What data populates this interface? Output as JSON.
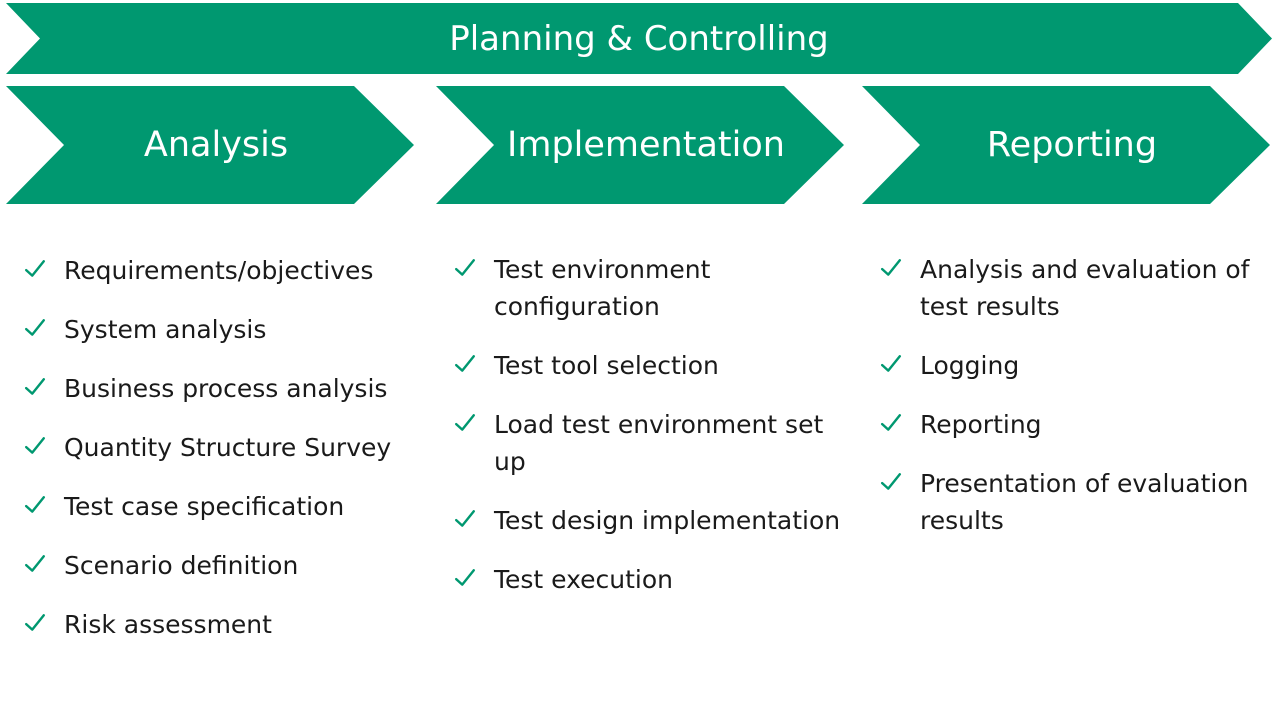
{
  "colors": {
    "chevron_fill": "#009870",
    "text": "#1a1a1a",
    "check": "#009870"
  },
  "header": {
    "title": "Planning & Controlling"
  },
  "phases": [
    {
      "title": "Analysis",
      "items": [
        "Requirements/objectives",
        "System analysis",
        "Business process analysis",
        "Quantity Structure Survey",
        "Test case specification",
        "Scenario definition",
        "Risk assessment"
      ]
    },
    {
      "title": "Implementation",
      "items": [
        "Test environment configuration",
        "Test tool selection",
        "Load test environment set up",
        "Test design implementation",
        "Test execution"
      ]
    },
    {
      "title": "Reporting",
      "items": [
        "Analysis and evaluation of test results",
        "Logging",
        "Reporting",
        "Presentation of evaluation results"
      ]
    }
  ]
}
